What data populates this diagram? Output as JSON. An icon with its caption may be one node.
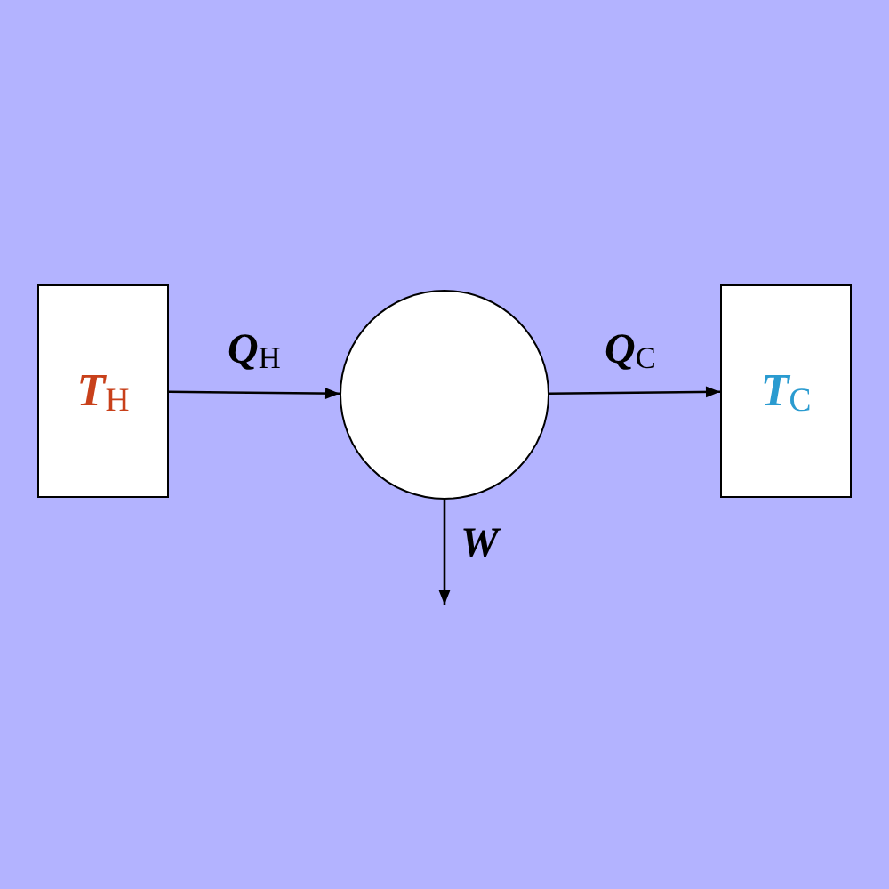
{
  "diagram": {
    "nodes": [
      {
        "text": [
          "T$_{H}$"
        ]
      },
      {
        "text": [],
        "shape": "circle"
      },
      {
        "text": [
          "T$_{C}$"
        ]
      }
    ],
    "edges": [
      {
        "from": 0,
        "to": 1,
        "arrow": "to",
        "label": "Q$_{H}$"
      },
      {
        "from": 1,
        "to": 2,
        "arrow": "to",
        "label": "Q$_{C}$"
      },
      {
        "from": 1,
        "to": null,
        "arrow": "to",
        "label": "W"
      }
    ]
  }
}
